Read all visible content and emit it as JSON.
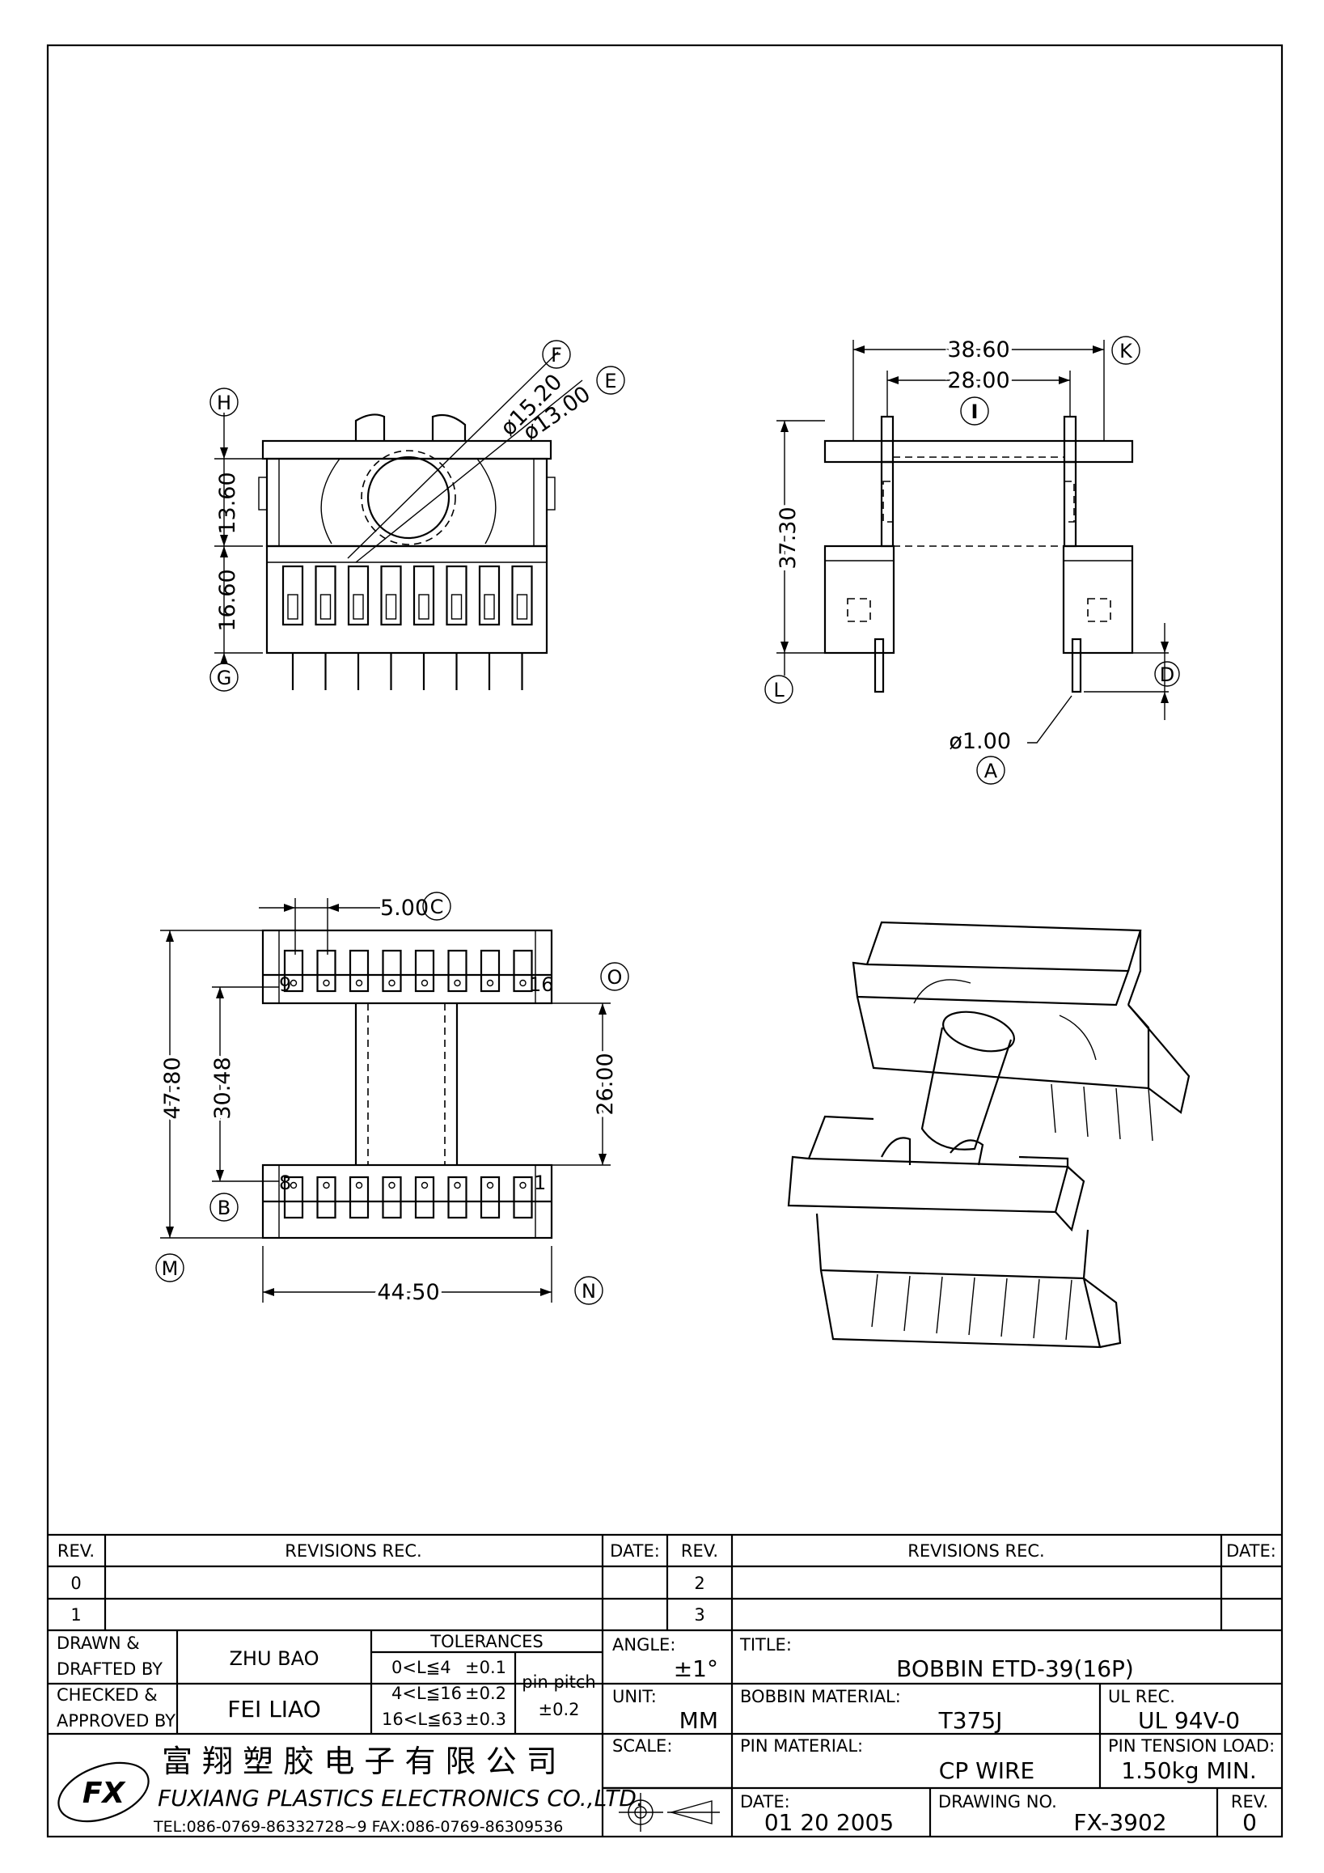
{
  "views": {
    "front": {
      "callout_h": "H",
      "callout_g": "G",
      "dim_height_top": "13.60",
      "dim_height_bottom": "16.60",
      "dim_dia_f": "ø15.20",
      "callout_f": "F",
      "dim_dia_e": "ø13.00",
      "callout_e": "E"
    },
    "side": {
      "dim_width_outer": "38.60",
      "callout_k": "K",
      "dim_width_inner": "28.00",
      "callout_i": "I",
      "dim_height": "37.30",
      "callout_l": "L",
      "callout_d": "D",
      "dim_pin": "ø1.00",
      "callout_a": "A"
    },
    "bottom": {
      "dim_pitch": "5.00",
      "callout_c": "C",
      "callout_o": "O",
      "pin_9": "9",
      "pin_16": "16",
      "pin_8": "8",
      "pin_1": "1",
      "dim_length": "47.80",
      "dim_row_span": "30.48",
      "dim_inner": "26.00",
      "callout_b": "B",
      "callout_m": "M",
      "dim_width": "44.50",
      "callout_n": "N"
    }
  },
  "revisions": {
    "rev_header": "REV.",
    "revisions_header": "REVISIONS   REC.",
    "date_header": "DATE:",
    "rows_left": [
      "0",
      "1"
    ],
    "rows_right": [
      "2",
      "3"
    ]
  },
  "title_block": {
    "drawn_label_1": "DRAWN  &",
    "drawn_label_2": "DRAFTED  BY",
    "drawn_value": "ZHU BAO",
    "checked_label_1": "CHECKED &",
    "checked_label_2": "APPROVED  BY",
    "checked_value": "FEI LIAO",
    "tolerances_label": "TOLERANCES",
    "tol_rows": [
      {
        "range": "0<L≦4",
        "value": "±0.1"
      },
      {
        "range": "4<L≦16",
        "value": "±0.2"
      },
      {
        "range": "16<L≦63",
        "value": "±0.3"
      }
    ],
    "pin_pitch_label": "pin  pitch",
    "pin_pitch_value": "±0.2",
    "angle_label": "ANGLE:",
    "angle_value": "±1°",
    "unit_label": "UNIT:",
    "unit_value": "MM",
    "scale_label": "SCALE:",
    "title_label": "TITLE:",
    "title_value": "BOBBIN  ETD-39(16P)",
    "bobbin_material_label": "BOBBIN  MATERIAL:",
    "bobbin_material_value": "T375J",
    "ul_rec_label": "UL  REC.",
    "ul_rec_value": "UL  94V-0",
    "pin_material_label": "PIN  MATERIAL:",
    "pin_material_value": "CP  WIRE",
    "pin_tension_label": "PIN  TENSION  LOAD:",
    "pin_tension_value": "1.50kg  MIN.",
    "date_label": "DATE:",
    "date_value": "01  20  2005",
    "drawing_no_label": "DRAWING  NO.",
    "drawing_no_value": "FX-3902",
    "rev_label": "REV.",
    "rev_value": "0",
    "company_cn": "富 翔 塑 胶 电 子 有 限 公 司",
    "company_en": "FUXIANG  PLASTICS  ELECTRONICS  CO.,LTD.",
    "company_contact": "TEL:086-0769-86332728~9  FAX:086-0769-86309536",
    "logo_letters": "FX"
  }
}
